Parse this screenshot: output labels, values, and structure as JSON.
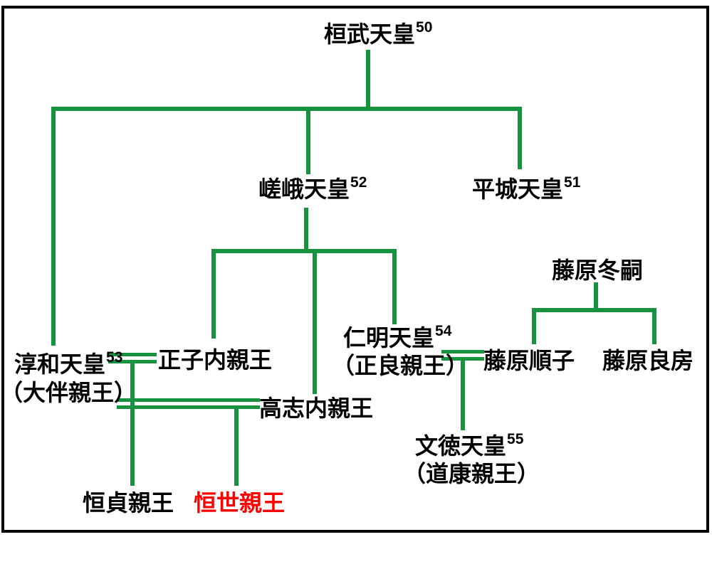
{
  "diagram": {
    "type": "family-tree",
    "subject": "Japanese imperial genealogy, Emperors 50-55",
    "colors": {
      "line": "#17923F",
      "text": "#000000",
      "highlight": "#FF0000",
      "frame": "#000000"
    },
    "nodes": {
      "kanmu": {
        "name": "桓武天皇",
        "num": "50"
      },
      "heizei": {
        "name": "平城天皇",
        "num": "51"
      },
      "saga": {
        "name": "嵯峨天皇",
        "num": "52"
      },
      "junna": {
        "name": "淳和天皇",
        "num": "53",
        "alias": "（大伴親王）"
      },
      "masako": {
        "name": "正子内親王"
      },
      "koshi": {
        "name": "高志内親王"
      },
      "ninmyo": {
        "name": "仁明天皇",
        "num": "54",
        "alias": "（正良親王）"
      },
      "fuyutsugu": {
        "name": "藤原冬嗣"
      },
      "junshi": {
        "name": "藤原順子"
      },
      "yoshifusa": {
        "name": "藤原良房"
      },
      "montoku": {
        "name": "文徳天皇",
        "num": "55",
        "alias": "（道康親王）"
      },
      "tsunesada": {
        "name": "恒貞親王"
      },
      "tsuneyo": {
        "name": "恒世親王",
        "highlighted": true
      }
    }
  }
}
